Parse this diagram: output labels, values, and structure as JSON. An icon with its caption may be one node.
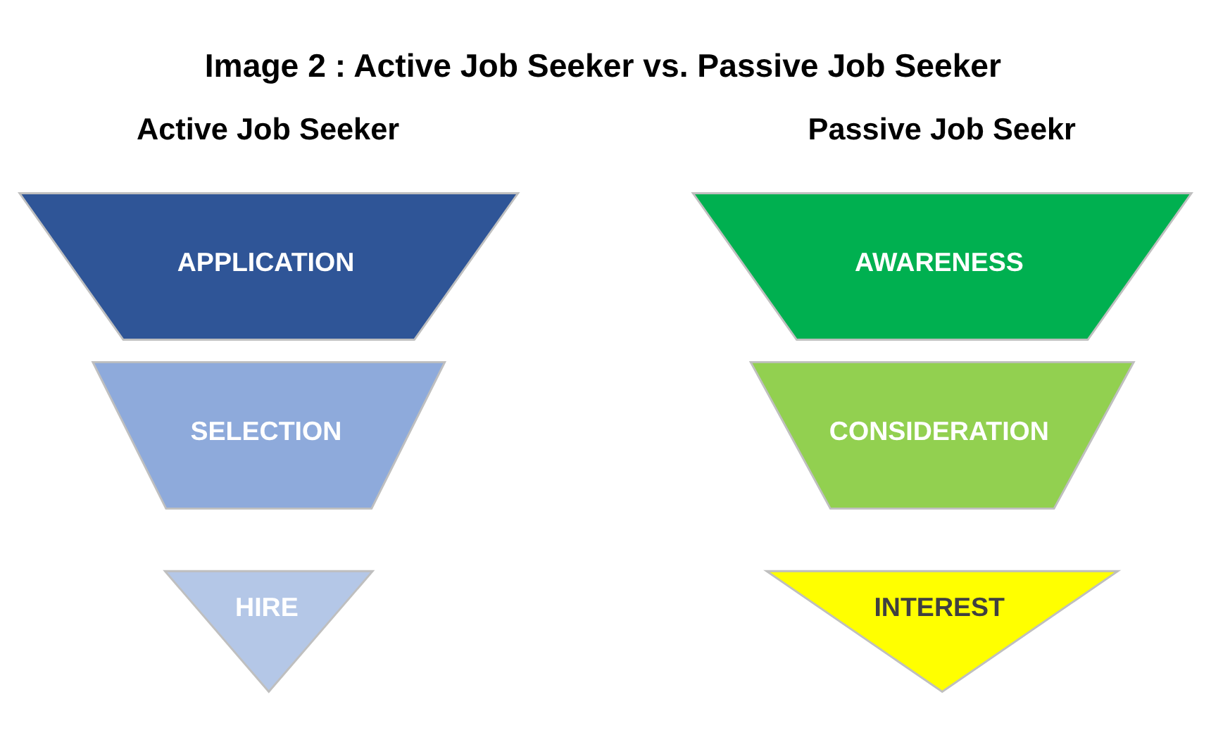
{
  "diagram": {
    "title": "Image 2 : Active Job Seeker vs. Passive Job Seeker",
    "nodes": [
      {
        "text": [
          "APPLICATION"
        ]
      },
      {
        "text": [
          "SELECTION"
        ]
      },
      {
        "text": [
          "HIRE"
        ]
      },
      {
        "text": [
          "AWARENESS"
        ]
      },
      {
        "text": [
          "CONSIDERATION"
        ]
      },
      {
        "text": [
          "INTEREST"
        ]
      }
    ],
    "labels": [
      "Active Job Seeker",
      "Passive Job Seekr"
    ]
  }
}
